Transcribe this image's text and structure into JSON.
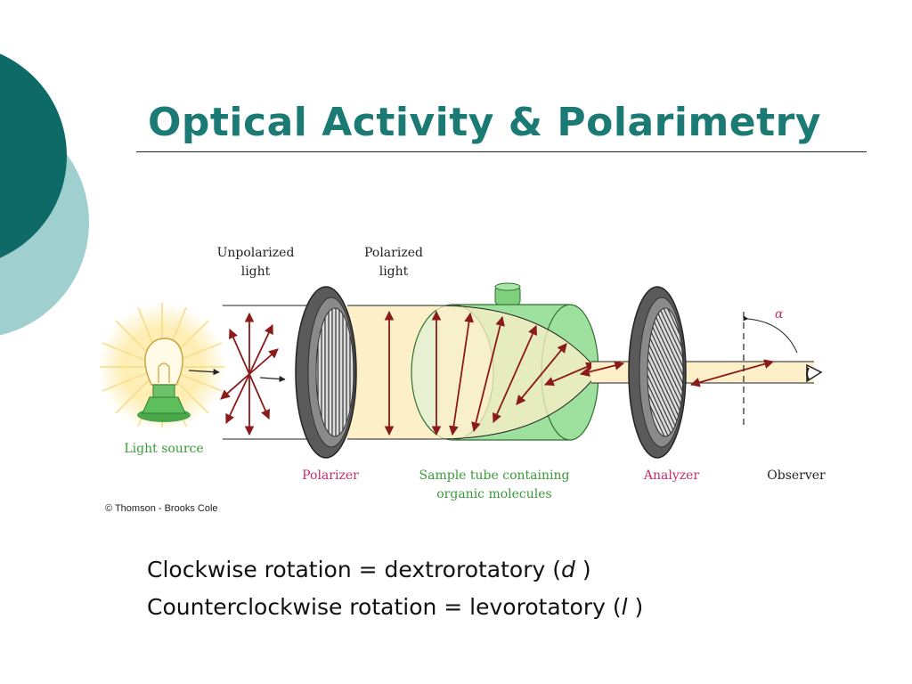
{
  "slide": {
    "title": "Optical Activity & Polarimetry",
    "colors": {
      "title": "#1b7a73",
      "deco_dark": "#0d6a66",
      "deco_light": "#9fcfcf"
    }
  },
  "diagram": {
    "labels": {
      "unpolarized_line1": "Unpolarized",
      "unpolarized_line2": "light",
      "polarized_line1": "Polarized",
      "polarized_line2": "light",
      "light_source": "Light source",
      "polarizer": "Polarizer",
      "sample_tube_line1": "Sample tube containing",
      "sample_tube_line2": "organic molecules",
      "analyzer": "Analyzer",
      "observer": "Observer",
      "angle": "α",
      "credit": "© Thomson - Brooks Cole"
    },
    "colors": {
      "arrow": "#8b1a1a",
      "label_green": "#3a9a3a",
      "label_pink": "#c0306e",
      "tube": "#8fd88f"
    }
  },
  "caption": {
    "line1_prefix": "Clockwise rotation = dextrorotatory (",
    "line1_symbol": "d",
    "line1_suffix": " )",
    "line2_prefix": "Counterclockwise rotation = levorotatory (",
    "line2_symbol": "l",
    "line2_suffix": " )"
  }
}
